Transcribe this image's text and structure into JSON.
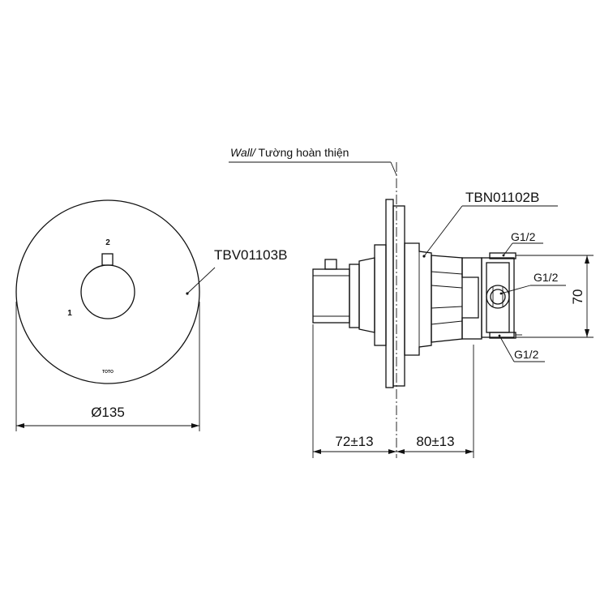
{
  "wall_label": {
    "italic": "Wall/",
    "rest": " Tường hoàn thiện"
  },
  "labels": {
    "trim_model": "TBV01103B",
    "body_model": "TBN01102B",
    "port_top": "G1/2",
    "port_middle": "G1/2",
    "port_bottom": "G1/2",
    "handle_position_1": "1",
    "handle_position_2": "2",
    "logo_text": "TOTO"
  },
  "dimensions": {
    "diameter": "Ø135",
    "trim_depth": "72±13",
    "body_depth": "80±13",
    "body_height": "70"
  },
  "colors": {
    "line": "#111111",
    "background": "#ffffff"
  }
}
